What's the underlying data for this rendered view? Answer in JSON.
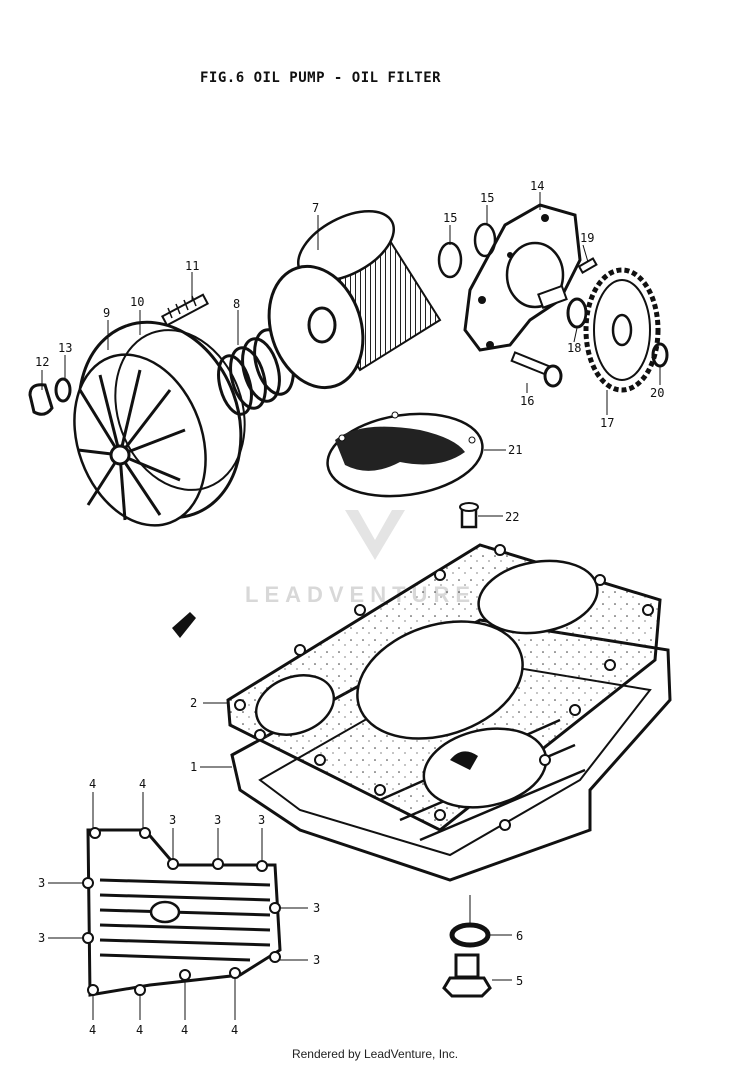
{
  "title": "FIG.6  OIL PUMP - OIL FILTER",
  "watermark": "LEADVENTURE",
  "footer": "Rendered by LeadVenture, Inc.",
  "callouts": {
    "c1": "1",
    "c2": "2",
    "c3": "3",
    "c4": "4",
    "c5": "5",
    "c6": "6",
    "c7": "7",
    "c8": "8",
    "c9": "9",
    "c10": "10",
    "c11": "11",
    "c12": "12",
    "c13": "13",
    "c14": "14",
    "c15": "15",
    "c16": "16",
    "c17": "17",
    "c18": "18",
    "c19": "19",
    "c20": "20",
    "c21": "21",
    "c22": "22"
  },
  "parts": {
    "p1": "oil pan",
    "p2": "oil pan gasket",
    "p3": "bolt",
    "p4": "bolt",
    "p5": "drain plug",
    "p6": "gasket",
    "p7": "oil filter",
    "p8": "spring",
    "p9": "filter cap",
    "p10": "o-ring",
    "p11": "stud",
    "p12": "cap nut",
    "p13": "washer",
    "p14": "oil pump",
    "p15": "o-ring",
    "p16": "bolt",
    "p17": "oil pump gear",
    "p18": "washer",
    "p19": "pin",
    "p20": "circlip",
    "p21": "oil screen",
    "p22": "bolt"
  }
}
